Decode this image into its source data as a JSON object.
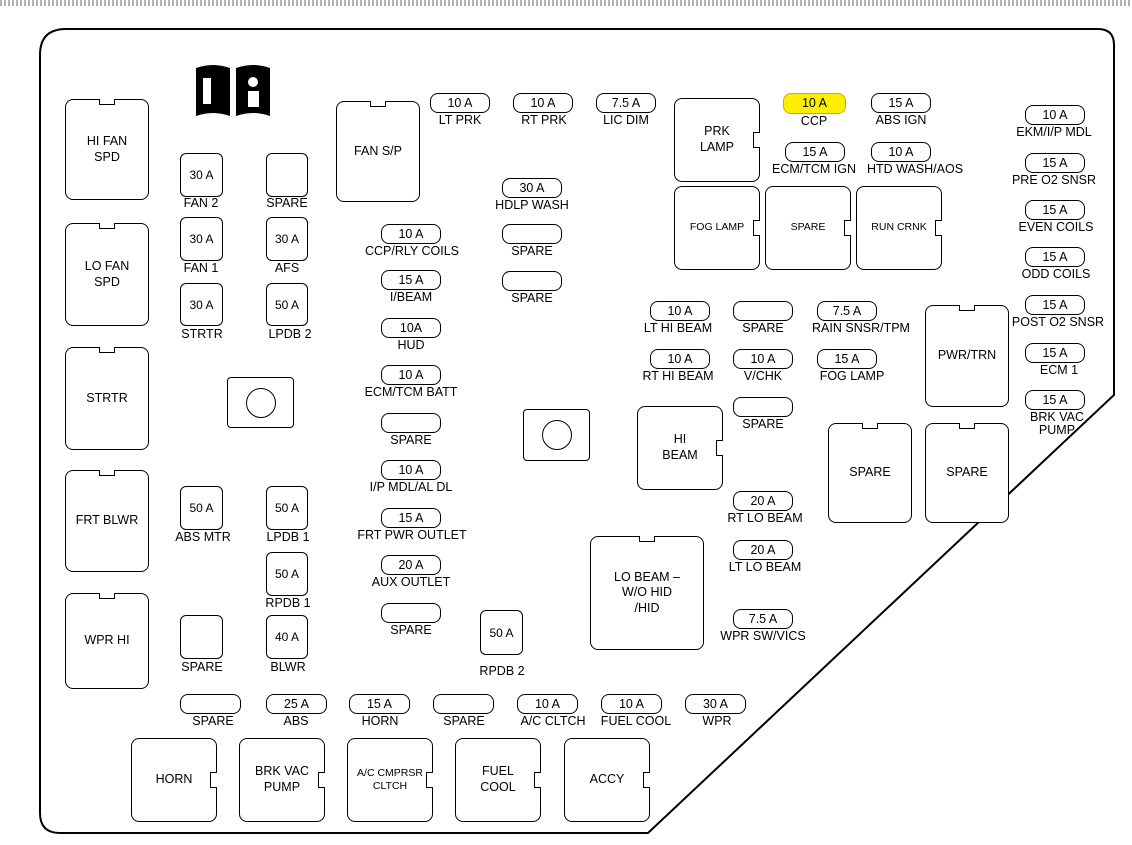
{
  "icon": "owner-manual-info-icon",
  "highlight_color": "#ffee00",
  "relays": {
    "hi_fan_spd": "HI FAN\nSPD",
    "lo_fan_spd": "LO FAN\nSPD",
    "strtr": "STRTR",
    "frt_blwr": "FRT BLWR",
    "wpr_hi": "WPR HI",
    "fan_sp": "FAN S/P",
    "prk_lamp": "PRK\nLAMP",
    "fog_lamp": "FOG LAMP",
    "spare_mid": "SPARE",
    "run_crnk": "RUN CRNK",
    "pwr_trn": "PWR/TRN",
    "hi_beam": "HI\nBEAM",
    "spare_r1": "SPARE",
    "spare_r2": "SPARE",
    "lo_beam": "LO BEAM –\nW/O HID\n/HID",
    "horn": "HORN",
    "brk_vac_pump": "BRK VAC\nPUMP",
    "ac_cmprsr_cltch": "A/C CMPRSR\nCLTCH",
    "fuel_cool": "FUEL\nCOOL",
    "accy": "ACCY"
  },
  "fuses": {
    "fan2": {
      "rating": "30 A",
      "label": "FAN 2"
    },
    "spare_a": {
      "rating": "",
      "label": "SPARE"
    },
    "fan1": {
      "rating": "30 A",
      "label": "FAN 1"
    },
    "afs": {
      "rating": "30 A",
      "label": "AFS"
    },
    "strtr": {
      "rating": "30 A",
      "label": "STRTR"
    },
    "lpdb2": {
      "rating": "50 A",
      "label": "LPDB 2"
    },
    "abs_mtr": {
      "rating": "50 A",
      "label": "ABS MTR"
    },
    "lpdb1": {
      "rating": "50 A",
      "label": "LPDB 1"
    },
    "rpdb1": {
      "rating": "50 A",
      "label": "RPDB 1"
    },
    "spare_b": {
      "rating": "",
      "label": "SPARE"
    },
    "blwr": {
      "rating": "40 A",
      "label": "BLWR"
    },
    "rpdb2": {
      "rating": "50 A",
      "label": "RPDB 2"
    },
    "lt_prk": {
      "rating": "10 A",
      "label": "LT PRK"
    },
    "rt_prk": {
      "rating": "10 A",
      "label": "RT PRK"
    },
    "lic_dim": {
      "rating": "7.5 A",
      "label": "LIC DIM"
    },
    "hdlp_wash": {
      "rating": "30 A",
      "label": "HDLP WASH"
    },
    "spare_c": {
      "rating": "",
      "label": "SPARE"
    },
    "spare_d": {
      "rating": "",
      "label": "SPARE"
    },
    "ccp_rly": {
      "rating": "10 A",
      "label": "CCP/RLY COILS"
    },
    "ibeam": {
      "rating": "15 A",
      "label": "I/BEAM"
    },
    "hud": {
      "rating": "10A",
      "label": "HUD"
    },
    "ecm_tcm_batt": {
      "rating": "10 A",
      "label": "ECM/TCM BATT"
    },
    "spare_e": {
      "rating": "",
      "label": "SPARE"
    },
    "ip_mdl": {
      "rating": "10 A",
      "label": "I/P MDL/AL DL"
    },
    "frt_pwr": {
      "rating": "15 A",
      "label": "FRT PWR OUTLET"
    },
    "aux_outlet": {
      "rating": "20 A",
      "label": "AUX OUTLET"
    },
    "spare_f": {
      "rating": "",
      "label": "SPARE"
    },
    "ccp": {
      "rating": "10 A",
      "label": "CCP"
    },
    "abs_ign": {
      "rating": "15 A",
      "label": "ABS IGN"
    },
    "ecm_tcm_ign": {
      "rating": "15 A",
      "label": "ECM/TCM IGN"
    },
    "htd_wash": {
      "rating": "10 A",
      "label": "HTD WASH/AOS"
    },
    "lt_hi_beam": {
      "rating": "10 A",
      "label": "LT HI BEAM"
    },
    "spare_g": {
      "rating": "",
      "label": "SPARE"
    },
    "rain_snsr": {
      "rating": "7.5 A",
      "label": "RAIN SNSR/TPM"
    },
    "rt_hi_beam": {
      "rating": "10 A",
      "label": "RT HI BEAM"
    },
    "vchk": {
      "rating": "10 A",
      "label": "V/CHK"
    },
    "fog_lamp": {
      "rating": "15 A",
      "label": "FOG LAMP"
    },
    "spare_h": {
      "rating": "",
      "label": "SPARE"
    },
    "rt_lo_beam": {
      "rating": "20 A",
      "label": "RT LO BEAM"
    },
    "lt_lo_beam": {
      "rating": "20 A",
      "label": "LT LO BEAM"
    },
    "wpr_sw": {
      "rating": "7.5 A",
      "label": "WPR SW/VICS"
    },
    "ekm": {
      "rating": "10 A",
      "label": "EKM/I/P MDL"
    },
    "pre_o2": {
      "rating": "15 A",
      "label": "PRE O2 SNSR"
    },
    "even_coils": {
      "rating": "15 A",
      "label": "EVEN COILS"
    },
    "odd_coils": {
      "rating": "15 A",
      "label": "ODD COILS"
    },
    "post_o2": {
      "rating": "15 A",
      "label": "POST O2 SNSR"
    },
    "ecm1": {
      "rating": "15 A",
      "label": "ECM 1"
    },
    "brk_vac": {
      "rating": "15 A",
      "label": "BRK VAC\nPUMP"
    },
    "spare_i": {
      "rating": "",
      "label": "SPARE"
    },
    "abs": {
      "rating": "25 A",
      "label": "ABS"
    },
    "horn": {
      "rating": "15 A",
      "label": "HORN"
    },
    "spare_j": {
      "rating": "",
      "label": "SPARE"
    },
    "ac_cltch": {
      "rating": "10 A",
      "label": "A/C CLTCH"
    },
    "fuel_cool": {
      "rating": "10 A",
      "label": "FUEL COOL"
    },
    "wpr": {
      "rating": "30 A",
      "label": "WPR"
    }
  }
}
